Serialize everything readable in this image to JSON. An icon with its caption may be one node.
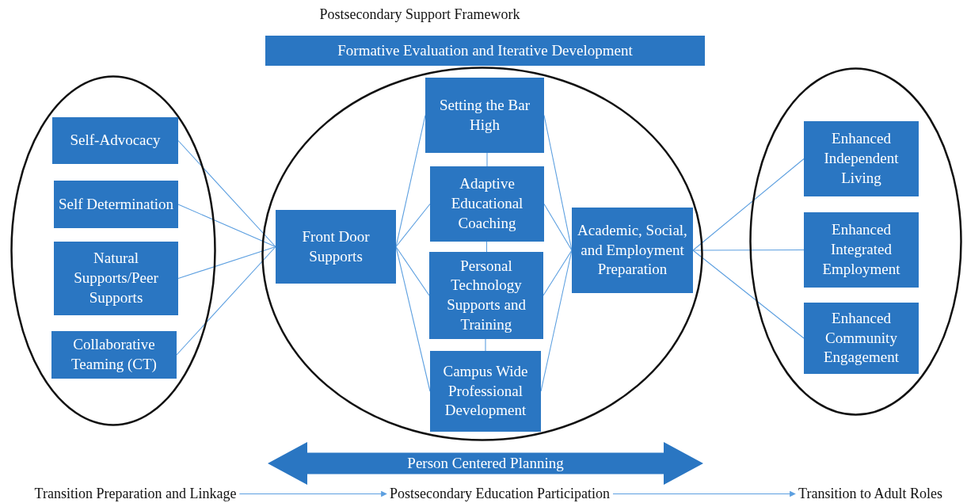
{
  "diagram": {
    "title": "Postsecondary Support Framework",
    "nodes": [
      {
        "text": [
          "Formative Evaluation and Iterative Development"
        ]
      },
      {
        "text": [],
        "shape": "ellipse"
      },
      {
        "text": [
          "Self-Advocacy"
        ],
        "in": 1
      },
      {
        "text": [
          "Self Determination"
        ],
        "in": 1
      },
      {
        "text": [
          "Natural Supports/Peer Supports"
        ],
        "in": 1
      },
      {
        "text": [
          "Collaborative Teaming (CT)"
        ],
        "in": 1
      },
      {
        "text": [],
        "shape": "ellipse"
      },
      {
        "text": [
          "Front Door Supports"
        ],
        "in": 6
      },
      {
        "text": [
          "Setting the Bar High"
        ],
        "in": 6
      },
      {
        "text": [
          "Adaptive Educational Coaching"
        ],
        "in": 6
      },
      {
        "text": [
          "Personal Technology Supports and Training"
        ],
        "in": 6
      },
      {
        "text": [
          "Campus Wide Professional Development"
        ],
        "in": 6
      },
      {
        "text": [
          "Academic, Social, and Employment Preparation"
        ],
        "in": 6
      },
      {
        "text": [],
        "shape": "ellipse"
      },
      {
        "text": [
          "Enhanced Independent Living"
        ],
        "in": 13
      },
      {
        "text": [
          "Enhanced Integrated Employment"
        ],
        "in": 13
      },
      {
        "text": [
          "Enhanced Community Engagement"
        ],
        "in": 13
      },
      {
        "text": [
          "Person Centered Planning"
        ]
      },
      {
        "text": [
          "Transition Preparation and Linkage"
        ]
      },
      {
        "text": [
          "Postsecondary Education Participation"
        ]
      },
      {
        "text": [
          "Transition to Adult Roles"
        ]
      }
    ],
    "edges": [
      {
        "from": 2,
        "to": 7,
        "arrow": "none"
      },
      {
        "from": 3,
        "to": 7,
        "arrow": "none"
      },
      {
        "from": 4,
        "to": 7,
        "arrow": "none"
      },
      {
        "from": 5,
        "to": 7,
        "arrow": "none"
      },
      {
        "from": 7,
        "to": 8,
        "arrow": "none"
      },
      {
        "from": 7,
        "to": 9,
        "arrow": "none"
      },
      {
        "from": 7,
        "to": 10,
        "arrow": "none"
      },
      {
        "from": 7,
        "to": 11,
        "arrow": "none"
      },
      {
        "from": 8,
        "to": 9,
        "arrow": "none"
      },
      {
        "from": 9,
        "to": 10,
        "arrow": "none"
      },
      {
        "from": 10,
        "to": 11,
        "arrow": "none"
      },
      {
        "from": 8,
        "to": 12,
        "arrow": "none"
      },
      {
        "from": 9,
        "to": 12,
        "arrow": "none"
      },
      {
        "from": 10,
        "to": 12,
        "arrow": "none"
      },
      {
        "from": 11,
        "to": 12,
        "arrow": "none"
      },
      {
        "from": 12,
        "to": 14,
        "arrow": "none"
      },
      {
        "from": 12,
        "to": 15,
        "arrow": "none"
      },
      {
        "from": 12,
        "to": 16,
        "arrow": "none"
      },
      {
        "from": 18,
        "to": 19,
        "arrow": "to"
      },
      {
        "from": 19,
        "to": 20,
        "arrow": "to"
      }
    ]
  }
}
